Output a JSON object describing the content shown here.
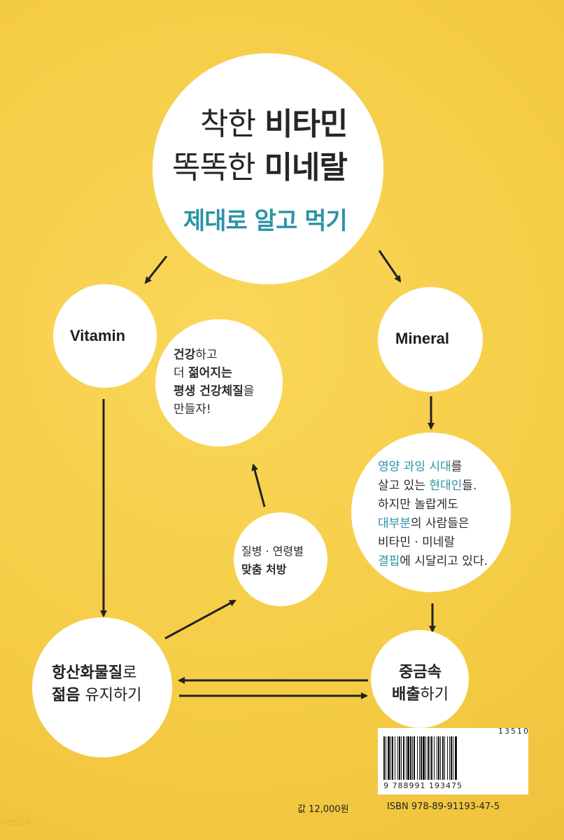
{
  "title": {
    "line1_light": "착한 ",
    "line1_bold": "비타민",
    "line2_light": "똑똑한 ",
    "line2_bold": "미네랄",
    "subtitle": "제대로 알고 먹기"
  },
  "vitamin": {
    "label": "Vitamin"
  },
  "mineral": {
    "label": "Mineral"
  },
  "health_bubble": {
    "l1_bold": "건강",
    "l1_rest": "하고",
    "l2_rest": "더 ",
    "l2_bold": "젊어지는",
    "l3_bold": "평생 건강체질",
    "l3_rest": "을",
    "l4": "만들자!"
  },
  "prescription_bubble": {
    "l1": "질병 · 연령별",
    "l2": "맞춤 처방"
  },
  "modern_bubble": {
    "l1_teal": "영양 과잉 시대",
    "l1_rest": "를",
    "l2_rest": "살고 있는 ",
    "l2_teal": "현대인",
    "l2_end": "들.",
    "l3": "하지만 놀랍게도",
    "l4_teal": "대부분",
    "l4_rest": "의 사람들은",
    "l5": "비타민 · 미네랄",
    "l6_teal": "결핍",
    "l6_rest": "에 시달리고 있다."
  },
  "antioxidant_bubble": {
    "l1_bold": "항산화물질",
    "l1_rest": "로",
    "l2_bold": "젊음",
    "l2_rest": " 유지하기"
  },
  "heavymetal_bubble": {
    "l1_bold": "중금속",
    "l2_bold": "배출",
    "l2_rest": "하기"
  },
  "barcode": {
    "addon": "13510",
    "digits": "9 788991 193475",
    "price": "값 12,000원",
    "isbn": "ISBN 978-89-91193-47-5"
  },
  "watermark": "yes24"
}
